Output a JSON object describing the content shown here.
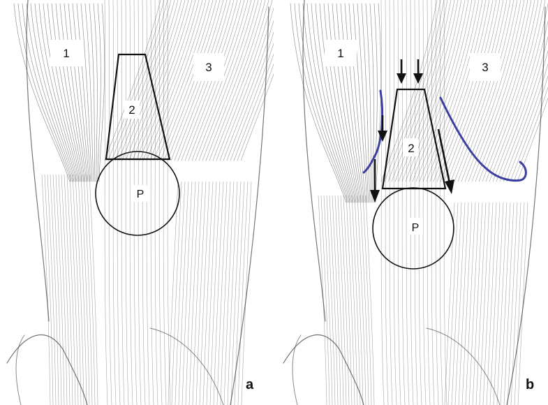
{
  "figure": {
    "panels": [
      {
        "id": "a",
        "letter": "a",
        "labels": {
          "m1": "1",
          "m2": "2",
          "m3": "3",
          "patella": "P"
        }
      },
      {
        "id": "b",
        "letter": "b",
        "labels": {
          "m1": "1",
          "m2": "2",
          "m3": "3",
          "patella": "P"
        }
      }
    ],
    "colors": {
      "outline": "#111111",
      "sketch": "#3a3a3a",
      "contour_blue": "#3b3fa0"
    }
  }
}
